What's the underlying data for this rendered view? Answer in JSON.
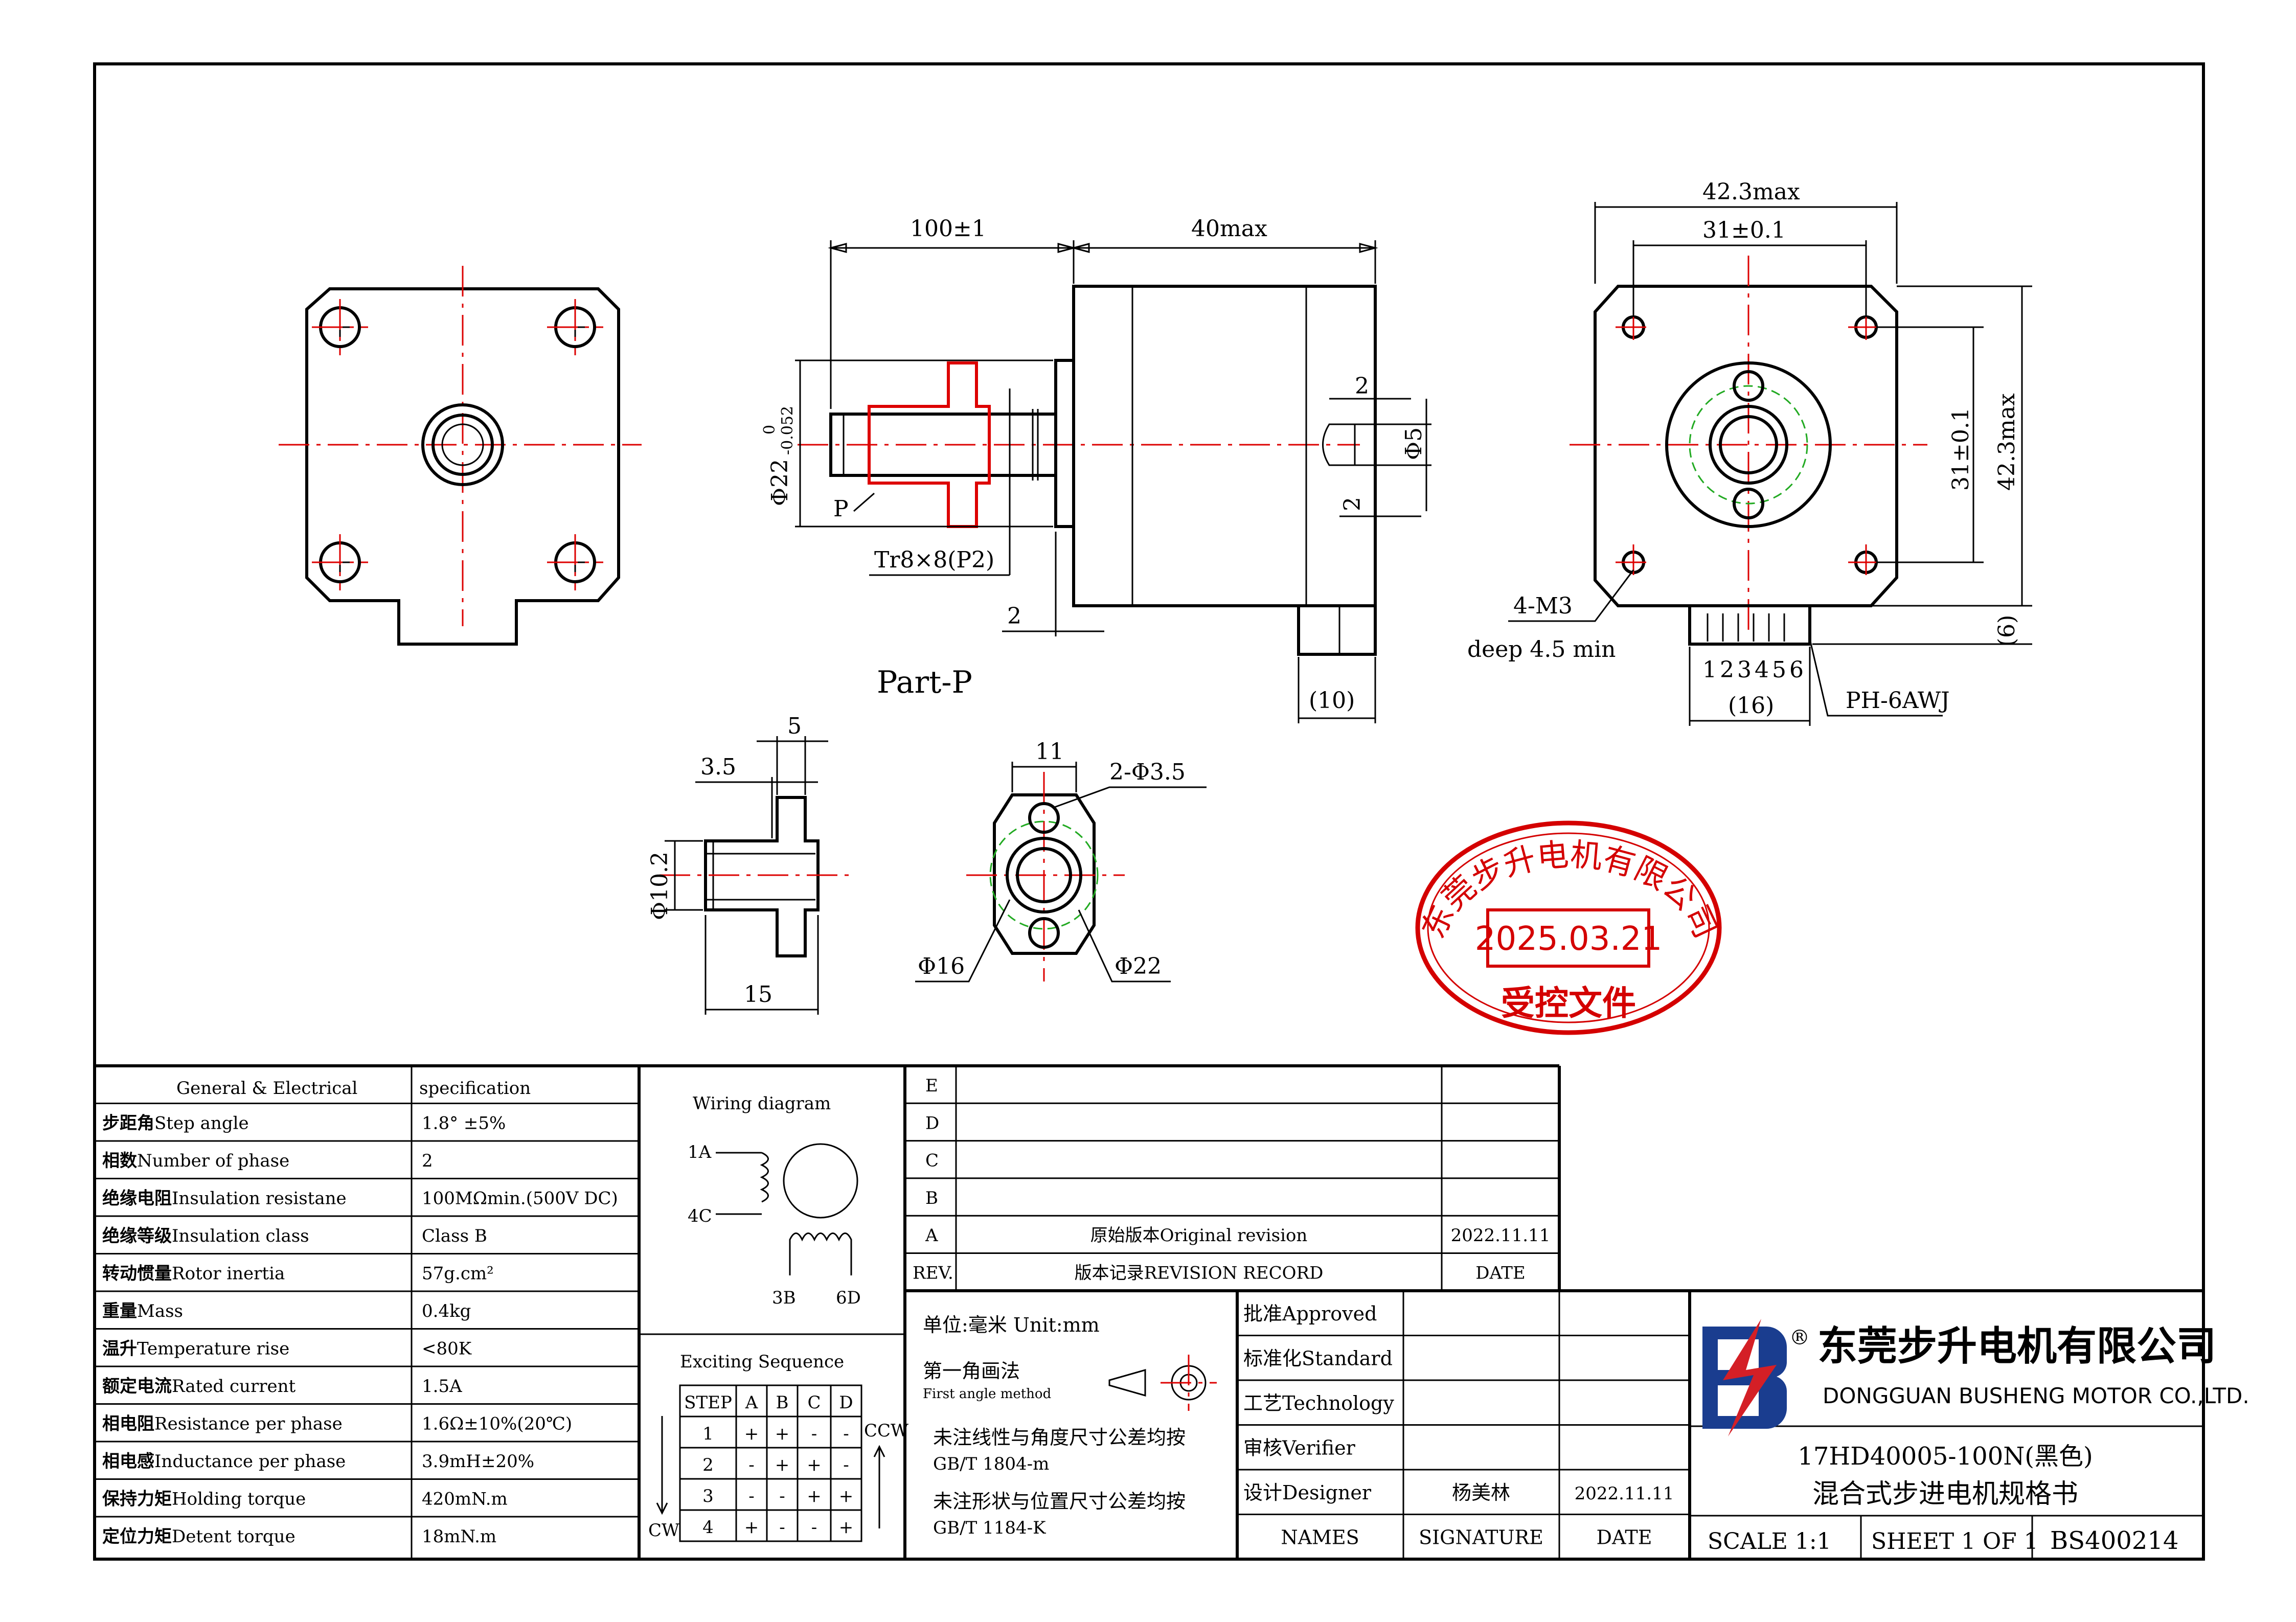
{
  "drawing": {
    "front_view_dims": {
      "width_max": "42.3max",
      "hole_spacing": "31±0.1",
      "height_spacing": "31±0.1",
      "height_max": "42.3max",
      "connector_offset": "(6)",
      "mount_holes": "4-M3",
      "hole_depth": "deep 4.5 min",
      "pins": "123456",
      "connector_width": "(16)",
      "connector_type": "PH-6AWJ"
    },
    "side_view_dims": {
      "screw_length": "100±1",
      "body_length": "40max",
      "boss_dia": "Φ22",
      "boss_tol_upper": "0",
      "boss_tol_lower": "-0.052",
      "thread": "Tr8×8(P2)",
      "part_label": "P",
      "gap": "2",
      "rear_dim_2": "2",
      "rear_dia": "Φ5",
      "rear_dim_2b": "2",
      "connector_len": "(10)"
    },
    "part_p": {
      "title": "Part-P",
      "dim_5": "5",
      "dim_3_5": "3.5",
      "dia_10_2": "Φ10.2",
      "len_15": "15",
      "dim_11": "11",
      "holes": "2-Φ3.5",
      "dia_16": "Φ16",
      "dia_22": "Φ22"
    }
  },
  "stamp": {
    "company": "东莞步升电机有限公司",
    "date": "2025.03.21",
    "label": "受控文件"
  },
  "spec_table": {
    "header": [
      "General & Electrical",
      "specification"
    ],
    "rows": [
      {
        "cn": "步距角",
        "en": "Step angle",
        "value": "1.8° ±5%"
      },
      {
        "cn": "相数",
        "en": "Number of phase",
        "value": "2"
      },
      {
        "cn": "绝缘电阻",
        "en": "Insulation resistane",
        "value": "100MΩmin.(500V DC)"
      },
      {
        "cn": "绝缘等级",
        "en": "Insulation class",
        "value": "Class B"
      },
      {
        "cn": "转动惯量",
        "en": "Rotor inertia",
        "value": "57g.cm²"
      },
      {
        "cn": "重量",
        "en": "Mass",
        "value": "0.4kg"
      },
      {
        "cn": "温升",
        "en": "Temperature rise",
        "value": "<80K"
      },
      {
        "cn": "额定电流",
        "en": "Rated current",
        "value": "1.5A"
      },
      {
        "cn": "相电阻",
        "en": "Resistance per phase",
        "value": "1.6Ω±10%(20℃)"
      },
      {
        "cn": "相电感",
        "en": "Inductance per phase",
        "value": "3.9mH±20%"
      },
      {
        "cn": "保持力矩",
        "en": "Holding torque",
        "value": "420mN.m"
      },
      {
        "cn": "定位力矩",
        "en": "Detent torque",
        "value": "18mN.m"
      }
    ]
  },
  "wiring": {
    "title": "Wiring diagram",
    "label_1a": "1A",
    "label_4c": "4C",
    "label_3b": "3B",
    "label_6d": "6D"
  },
  "sequence": {
    "title": "Exciting Sequence",
    "headers": [
      "STEP",
      "A",
      "B",
      "C",
      "D"
    ],
    "rows": [
      [
        "1",
        "+",
        "+",
        "-",
        "-"
      ],
      [
        "2",
        "-",
        "+",
        "+",
        "-"
      ],
      [
        "3",
        "-",
        "-",
        "+",
        "+"
      ],
      [
        "4",
        "+",
        "-",
        "-",
        "+"
      ]
    ],
    "cw": "CW",
    "ccw": "CCW"
  },
  "revision": {
    "rows": [
      {
        "code": "E",
        "desc": "",
        "date": ""
      },
      {
        "code": "D",
        "desc": "",
        "date": ""
      },
      {
        "code": "C",
        "desc": "",
        "date": ""
      },
      {
        "code": "B",
        "desc": "",
        "date": ""
      },
      {
        "code": "A",
        "desc": "原始版本Original revision",
        "date": "2022.11.11"
      }
    ],
    "footer": {
      "code": "REV.",
      "desc": "版本记录REVISION RECORD",
      "date": "DATE"
    }
  },
  "notes": {
    "unit": "单位:毫米  Unit:mm",
    "angle_cn": "第一角画法",
    "angle_en": "First angle method",
    "tol1_cn": "未注线性与角度尺寸公差均按",
    "tol1_std": "GB/T 1804-m",
    "tol2_cn": "未注形状与位置尺寸公差均按",
    "tol2_std": "GB/T 1184-K"
  },
  "approvals": {
    "rows": [
      {
        "role": "批准Approved",
        "signature": "",
        "date": ""
      },
      {
        "role": "标准化Standard",
        "signature": "",
        "date": ""
      },
      {
        "role": "工艺Technology",
        "signature": "",
        "date": ""
      },
      {
        "role": "审核Verifier",
        "signature": "",
        "date": ""
      },
      {
        "role": "设计Designer",
        "signature": "杨美林",
        "date": "2022.11.11"
      }
    ],
    "footer": {
      "names": "NAMES",
      "signature": "SIGNATURE",
      "date": "DATE"
    }
  },
  "title_block": {
    "registered": "®",
    "company_cn": "东莞步升电机有限公司",
    "company_en": "DONGGUAN BUSHENG MOTOR CO.,LTD.",
    "model": "17HD40005-100N(黑色)",
    "doc_title": "混合式步进电机规格书",
    "scale": "SCALE 1:1",
    "sheet": "SHEET 1 OF 1",
    "doc_no": "BS400214"
  },
  "colors": {
    "centerline": "#dd0000",
    "highlight": "#dd0000",
    "hidden_circle": "#22aa22",
    "stamp": "#d40000",
    "logo_blue": "#1a3d8f",
    "logo_red": "#d41f26"
  }
}
